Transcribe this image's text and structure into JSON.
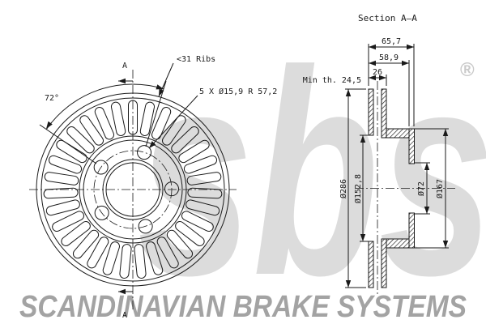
{
  "drawing": {
    "section_title": "Section A–A",
    "front_view": {
      "angle_label": "72°",
      "ribs_label": "<31 Ribs",
      "holes_label": "5 X Ø15,9  R 57,2",
      "section_marker_top": "A",
      "section_marker_bottom": "A",
      "ribs_count": 31,
      "bolt_holes": 5
    },
    "section_view": {
      "min_thickness": "Min th. 24,5",
      "dim_width_overall": "65,7",
      "dim_width_inner": "58,9",
      "dim_thickness": "26",
      "dia_outer": "Ø286",
      "dia_vent_inner": "Ø152,8",
      "dia_center_hole": "Ø72",
      "dia_hat": "Ø167"
    }
  },
  "watermark": {
    "logo": "sbs",
    "registered": "®",
    "bottom_text": "SCANDINAVIAN BRAKE SYSTEMS"
  },
  "colors": {
    "line": "#1a1a1a",
    "watermark_logo": "#dcdcdc",
    "footer_text": "#a3a3a3"
  }
}
